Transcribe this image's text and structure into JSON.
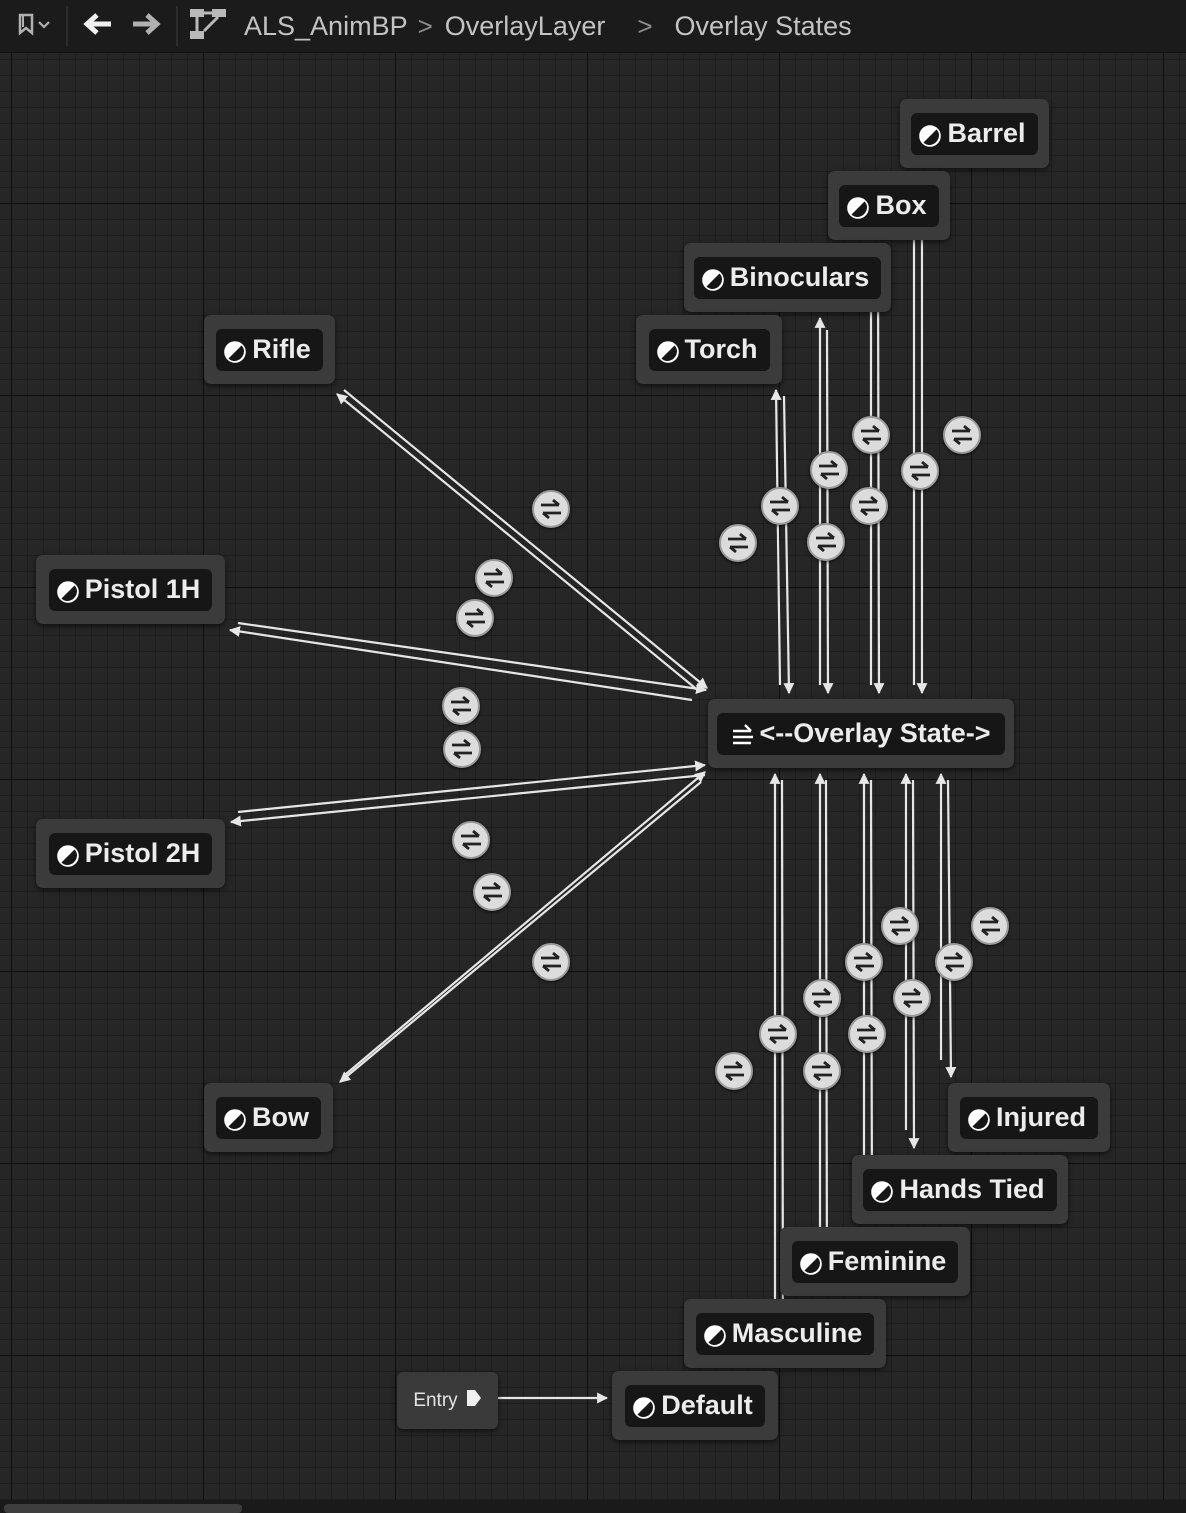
{
  "toolbar": {
    "bookmark_icon": "bookmark-icon",
    "back_icon": "arrow-left-icon",
    "forward_icon": "arrow-right-icon",
    "graph_icon": "graph-hierarchy-icon",
    "breadcrumb": [
      "ALS_AnimBP",
      "OverlayLayer",
      "Overlay States"
    ],
    "separator": ">"
  },
  "graph": {
    "center_node": {
      "label": "<--Overlay State->",
      "icon": "conduit-icon"
    },
    "states": {
      "barrel": "Barrel",
      "box": "Box",
      "binoculars": "Binoculars",
      "torch": "Torch",
      "rifle": "Rifle",
      "pistol_1h": "Pistol 1H",
      "pistol_2h": "Pistol 2H",
      "bow": "Bow",
      "injured": "Injured",
      "hands_tied": "Hands Tied",
      "feminine": "Feminine",
      "masculine": "Masculine",
      "default": "Default"
    },
    "entry": {
      "label": "Entry"
    },
    "transition_rule_icon": "transition-rule-icon",
    "state_icon": "state-icon"
  },
  "colors": {
    "background": "#262626",
    "node_outer": "#3b3b3b",
    "node_inner": "#161616",
    "wire": "#e6e6e6",
    "text": "#ececec"
  }
}
